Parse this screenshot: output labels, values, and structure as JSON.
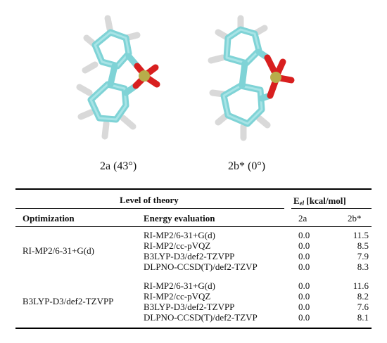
{
  "figure": {
    "molecules": [
      {
        "caption": "2a (43°)"
      },
      {
        "caption": "2b* (0°)"
      }
    ],
    "colors": {
      "carbon": "#7fd3d6",
      "hydrogen": "#e6e6e6",
      "oxygen": "#d81f1f",
      "sulfur": "#b8ad4a"
    }
  },
  "table": {
    "header": {
      "level_of_theory": "Level of theory",
      "energy_prefix": "E",
      "energy_sub": "el",
      "energy_suffix": " [kcal/mol]",
      "optimization": "Optimization",
      "energy_evaluation": "Energy evaluation",
      "col_2a": "2a",
      "col_2b": "2b*"
    },
    "groups": [
      {
        "optimization": "RI-MP2/6-31+G(d)",
        "rows": [
          {
            "method": "RI-MP2/6-31+G(d)",
            "v2a": "0.0",
            "v2b": "11.5"
          },
          {
            "method": "RI-MP2/cc-pVQZ",
            "v2a": "0.0",
            "v2b": "8.5"
          },
          {
            "method": "B3LYP-D3/def2-TZVPP",
            "v2a": "0.0",
            "v2b": "7.9"
          },
          {
            "method": "DLPNO-CCSD(T)/def2-TZVP",
            "v2a": "0.0",
            "v2b": "8.3"
          }
        ]
      },
      {
        "optimization": "B3LYP-D3/def2-TZVPP",
        "rows": [
          {
            "method": "RI-MP2/6-31+G(d)",
            "v2a": "0.0",
            "v2b": "11.6"
          },
          {
            "method": "RI-MP2/cc-pVQZ",
            "v2a": "0.0",
            "v2b": "8.2"
          },
          {
            "method": "B3LYP-D3/def2-TZVPP",
            "v2a": "0.0",
            "v2b": "7.6"
          },
          {
            "method": "DLPNO-CCSD(T)/def2-TZVP",
            "v2a": "0.0",
            "v2b": "8.1"
          }
        ]
      }
    ]
  }
}
